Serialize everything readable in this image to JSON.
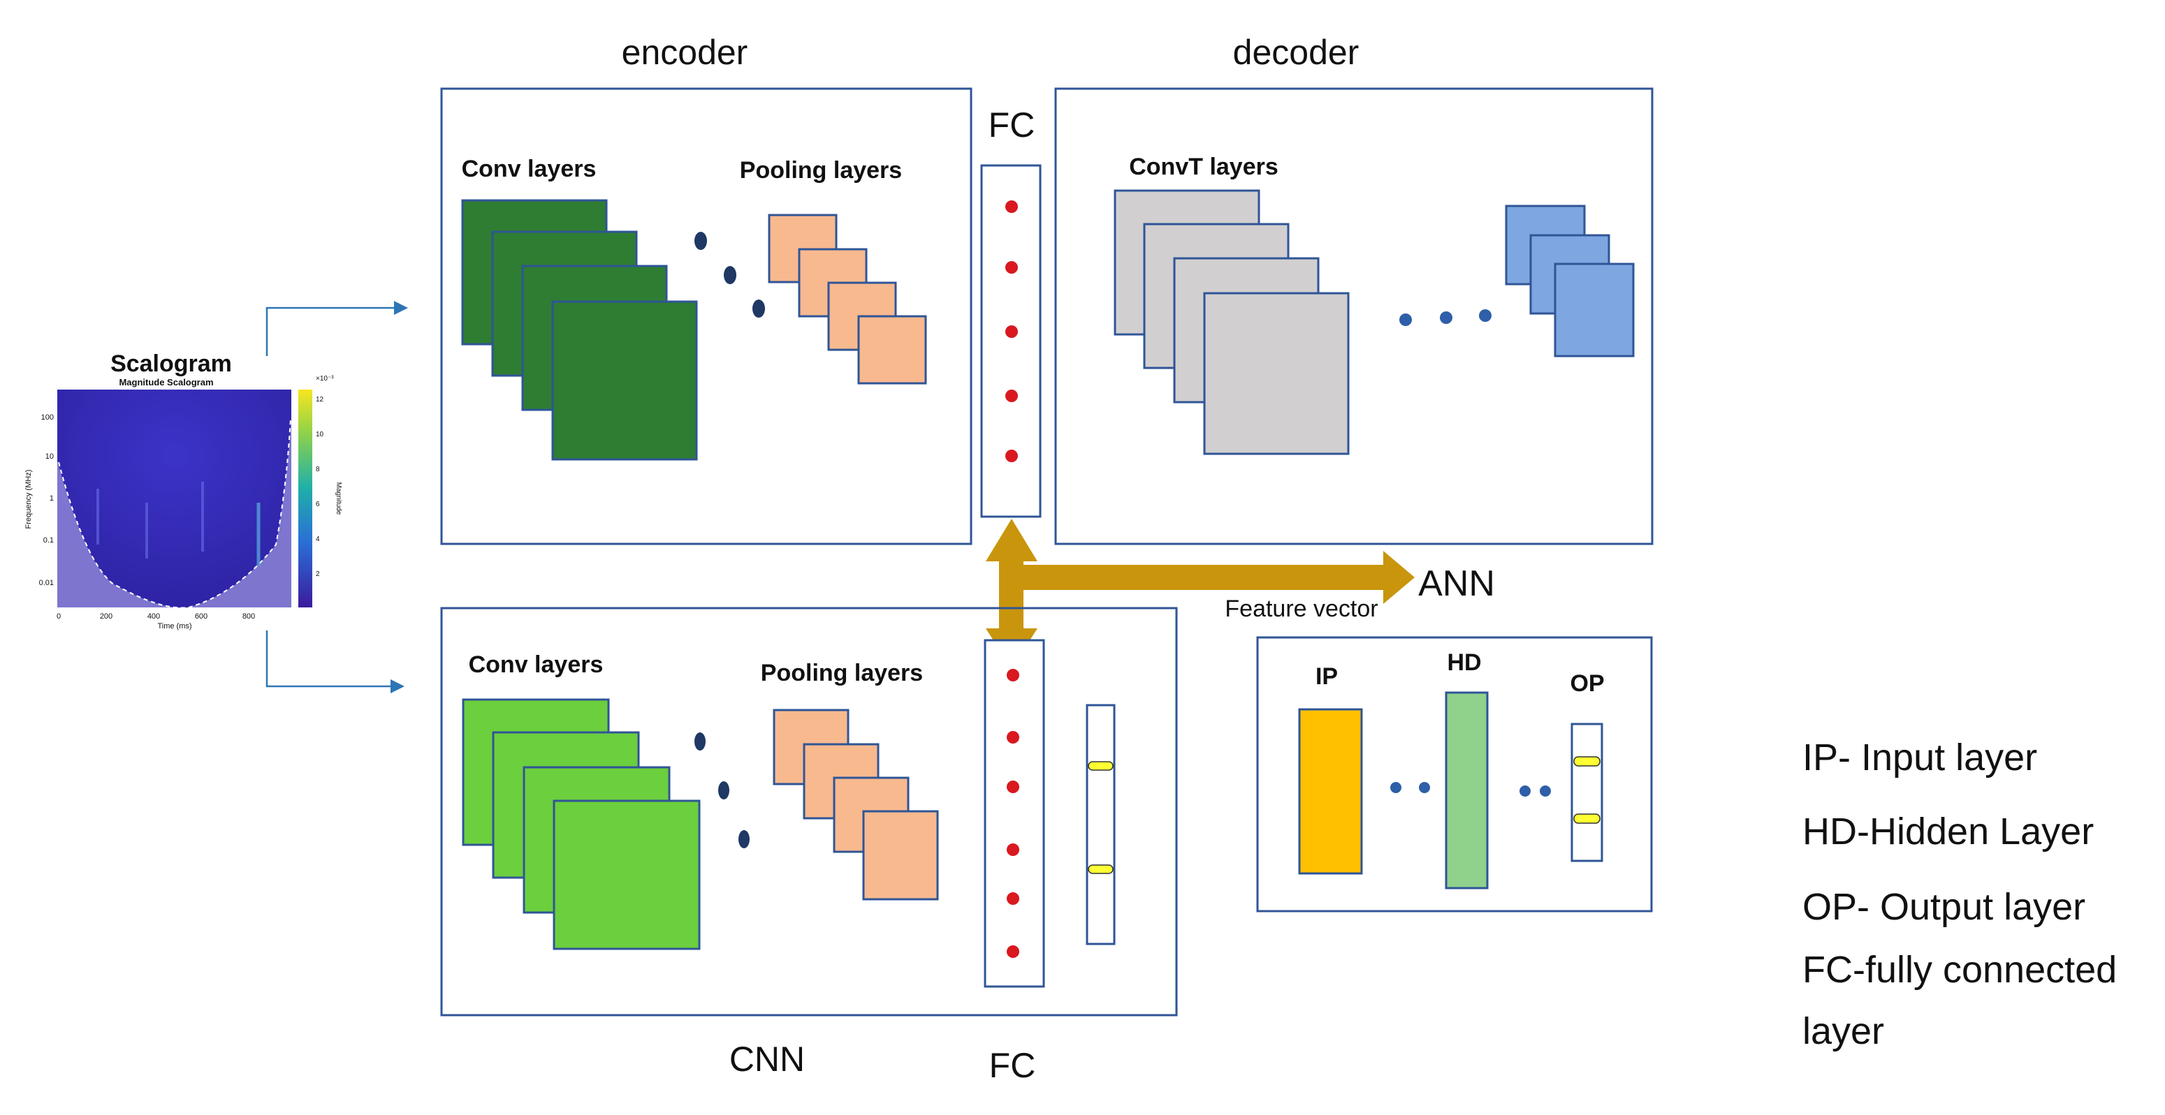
{
  "title": "",
  "colors": {
    "frame": "#2f5597",
    "arrow_blue": "#2e75b6",
    "arrow_gold": "#c9950c",
    "enc_conv": "#2e7d32",
    "cnn_conv": "#6ccf3e",
    "pool": "#f8b98f",
    "convT": "#d2cfd0",
    "out": "#7ea6e0",
    "dot_red": "#d9181f",
    "ip": "#ffc000",
    "hd": "#90d18c",
    "out_mark": "#ffff33"
  },
  "scalogram": {
    "label": "Scalogram",
    "plot_title": "Magnitude Scalogram",
    "y_label": "Frequency (MHz)",
    "x_label": "Time (ms)",
    "y_ticks": [
      "100",
      "10",
      "1",
      "0.1",
      "0.01"
    ],
    "x_ticks": [
      "0",
      "200",
      "400",
      "600",
      "800"
    ],
    "colorbar_label": "Magnitude",
    "colorbar_ticks": [
      "12",
      "10",
      "8",
      "6",
      "4",
      "2"
    ],
    "colorbar_exp": "×10⁻³"
  },
  "encoder": {
    "label": "encoder",
    "conv_label": "Conv layers",
    "pool_label": "Pooling layers"
  },
  "fc_top_label": "FC",
  "decoder": {
    "label": "decoder",
    "convT_label": "ConvT layers"
  },
  "feature_vector_label": "Feature vector",
  "ann_label": "ANN",
  "cnn": {
    "label": "CNN",
    "conv_label": "Conv layers",
    "pool_label": "Pooling layers",
    "fc_label": "FC"
  },
  "ann": {
    "ip_label": "IP",
    "hd_label": "HD",
    "op_label": "OP"
  },
  "legend": [
    "IP- Input layer",
    "HD-Hidden Layer",
    "OP- Output layer",
    "FC-fully  connected",
    "layer"
  ]
}
